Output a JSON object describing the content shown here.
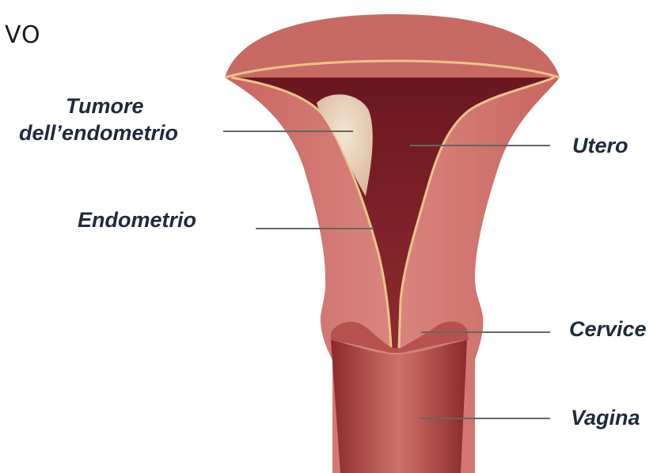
{
  "diagram": {
    "corner_text": "VO",
    "labels": {
      "tumor_line1": "Tumore",
      "tumor_line2": "dell’endometrio",
      "endometrium": "Endometrio",
      "uterus": "Utero",
      "cervix": "Cervice",
      "vagina": "Vagina"
    },
    "colors": {
      "tissue": "#cf736f",
      "tissue_dark": "#b95a56",
      "cavity": "#7c1f26",
      "lining": "#e8c48a",
      "tumor": "#ead7c0",
      "leader_line": "#666666",
      "label_text": "#1f2a3a"
    }
  }
}
